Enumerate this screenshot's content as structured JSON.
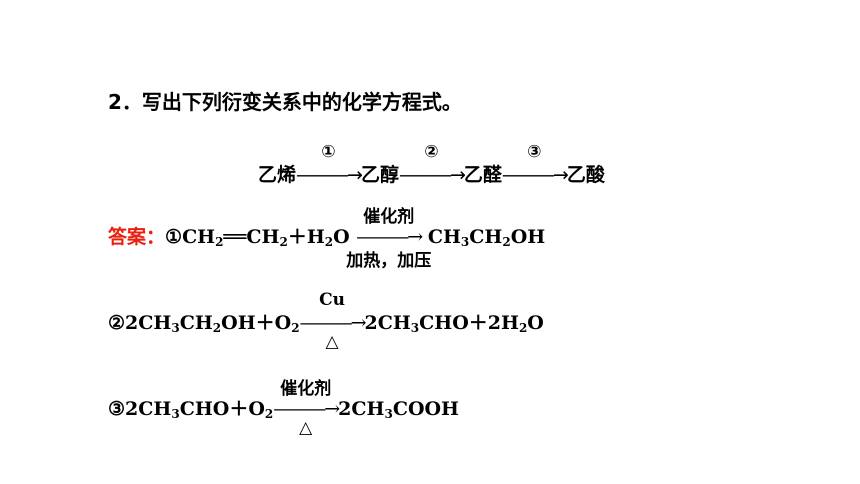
{
  "question": {
    "label": "2．写出下列衍变关系中的化学方程式。"
  },
  "chain": {
    "s1": "乙烯",
    "c1": "①",
    "s2": "乙醇",
    "c2": "②",
    "s3": "乙醛",
    "c3": "③",
    "s4": "乙酸",
    "arrow": "———→"
  },
  "answer": {
    "prefix": "答案：",
    "color": "#e8210f",
    "eq1": {
      "num": "①",
      "above": "催化剂",
      "below": "加热，加压",
      "arrow": "———→"
    },
    "eq2": {
      "num": "②",
      "above": "Cu",
      "below": "△",
      "arrow": "———→"
    },
    "eq3": {
      "num": "③",
      "above": "催化剂",
      "below": "△",
      "arrow": "———→"
    }
  }
}
